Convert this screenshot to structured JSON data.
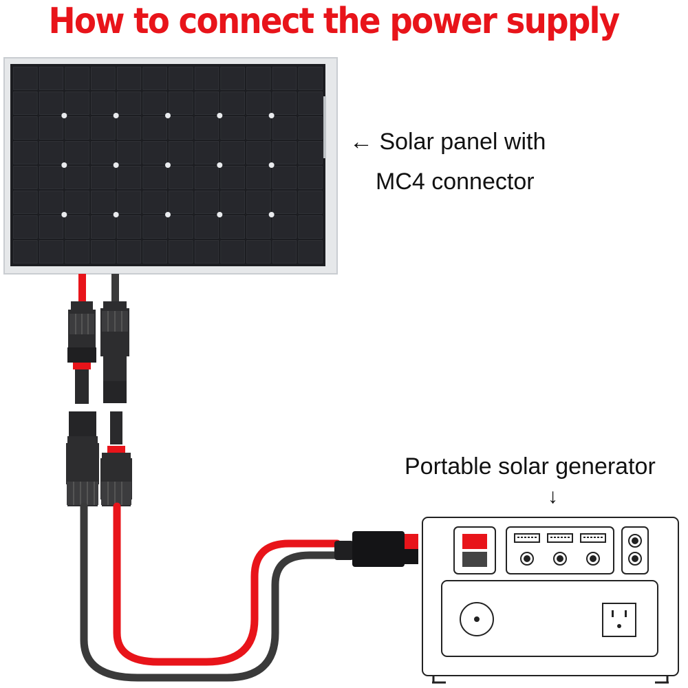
{
  "title": "How to connect the power supply",
  "labels": {
    "panel_arrow": "←",
    "panel_line1": "Solar panel with",
    "panel_line2": "MC4 connector",
    "generator": "Portable solar generator",
    "generator_arrow": "↓"
  },
  "colors": {
    "title": "#e8141a",
    "cable_red": "#e8141a",
    "cable_black": "#3a3a3a",
    "panel_frame": "#e6e8ea",
    "panel_cell": "#1c1d21",
    "outline": "#222222"
  },
  "icons": {
    "solar_panel": "solar-panel-icon",
    "mc4_connector": "mc4-connector-icon",
    "anderson_plug": "anderson-plug-icon",
    "generator": "generator-icon",
    "usb_port": "usb-port-icon",
    "dc_port": "dc-port-icon",
    "ac_outlet": "ac-outlet-icon"
  }
}
